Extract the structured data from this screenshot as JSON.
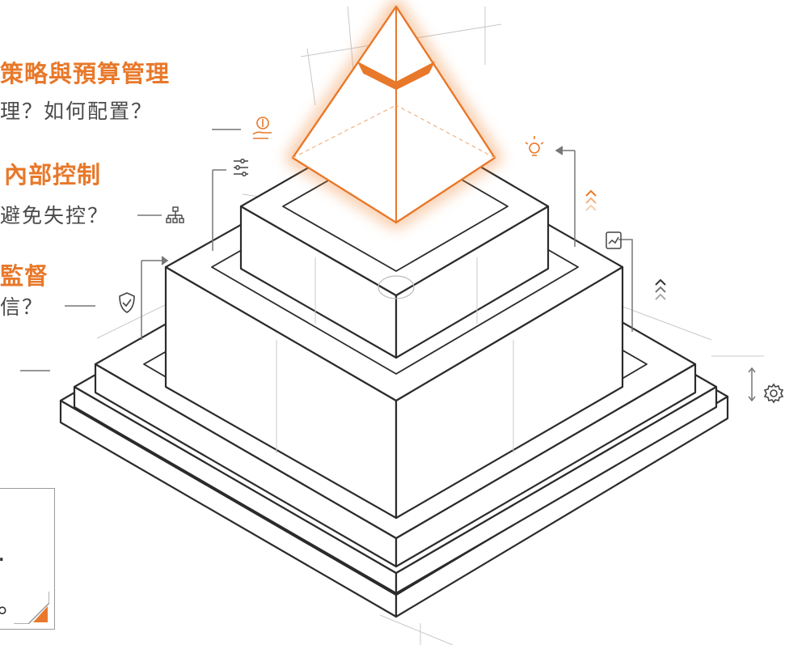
{
  "levels": [
    {
      "id": "top",
      "heading": "策略與預算管理",
      "question": "理？如何配置？"
    },
    {
      "id": "second",
      "heading": "內部控制",
      "question": "避免失控？"
    },
    {
      "id": "third",
      "heading": "監督",
      "question": "信？"
    }
  ],
  "callout": {
    "mark_1": ".",
    "mark_2": "。"
  },
  "colors": {
    "accent": "#e8782a",
    "line": "#2b2b2b",
    "guide": "#b5b5b5",
    "text": "#4a4a4a"
  },
  "icons": [
    "money-hand-icon",
    "sliders-icon",
    "org-chart-icon",
    "shield-check-icon",
    "lightbulb-icon",
    "double-chevron-up-icon",
    "report-chart-icon",
    "gear-icon"
  ]
}
